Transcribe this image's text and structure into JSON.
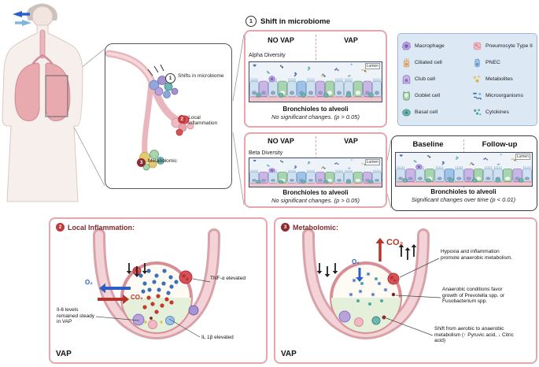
{
  "colors": {
    "accent_red": "#c0392b",
    "panel_border_pink": "#e4a7ad",
    "legend_bg": "#dce9f5",
    "o2_blue": "#2b5fc7",
    "co2_red": "#b5342c"
  },
  "microbiome_header": {
    "step": "1",
    "title": "Shift in microbiome"
  },
  "zoom": {
    "items": [
      {
        "num": "1",
        "label": "Shifts in microbiome"
      },
      {
        "num": "2",
        "label": "Local inflammation"
      },
      {
        "num": "3",
        "label": "Metabolomic"
      }
    ]
  },
  "alpha": {
    "label": "Alpha Diversity",
    "no_vap": "NO VAP",
    "vap": "VAP",
    "lumen": "Lumen",
    "caption": "Bronchioles to alveoli",
    "result": "No significant changes. (p > 0.05)"
  },
  "beta": {
    "label": "Beta Diversity",
    "no_vap": "NO VAP",
    "vap": "VAP",
    "lumen": "Lumen",
    "caption": "Bronchioles to alveoli",
    "result": "No significant changes. (p > 0.05)"
  },
  "followup": {
    "baseline": "Baseline",
    "follow_up": "Follow-up",
    "lumen": "Lumen",
    "caption": "Bronchioles to alveoli",
    "result": "Significant changes over time (p < 0.01)"
  },
  "legend": {
    "items": [
      {
        "name": "Macrophage"
      },
      {
        "name": "Pneumocyte Type II"
      },
      {
        "name": "Ciliated cell"
      },
      {
        "name": "PNEC"
      },
      {
        "name": "Club cell"
      },
      {
        "name": "Metabolites"
      },
      {
        "name": "Goblet cell"
      },
      {
        "name": "Microorganisms"
      },
      {
        "name": "Basal cell"
      },
      {
        "name": "Cytokines"
      }
    ]
  },
  "inflammation": {
    "step": "2",
    "title": "Local Inflammation:",
    "o2": "O₂",
    "co2": "CO₂",
    "ann_tnf": "TNF-α elevated",
    "ann_il6": "Il-6 levels remained steady in VAP",
    "ann_il1b": "IL 1β elevated",
    "vap": "VAP"
  },
  "metabolomic": {
    "step": "3",
    "title": "Metabolomic:",
    "o2": "O₂",
    "co2": "CO₂",
    "ann_hypoxia": "Hypoxia and inflammation promote anaerobic metabolism.",
    "ann_anaerobic": "Anaerobic conditions favor growth of Prevotella spp. or Fusobacterium spp.",
    "ann_shift": "Shift from aerobic to anaerobic metabolism (↑ Pyruvic acid, ↓ Citric acid)",
    "vap": "VAP"
  }
}
